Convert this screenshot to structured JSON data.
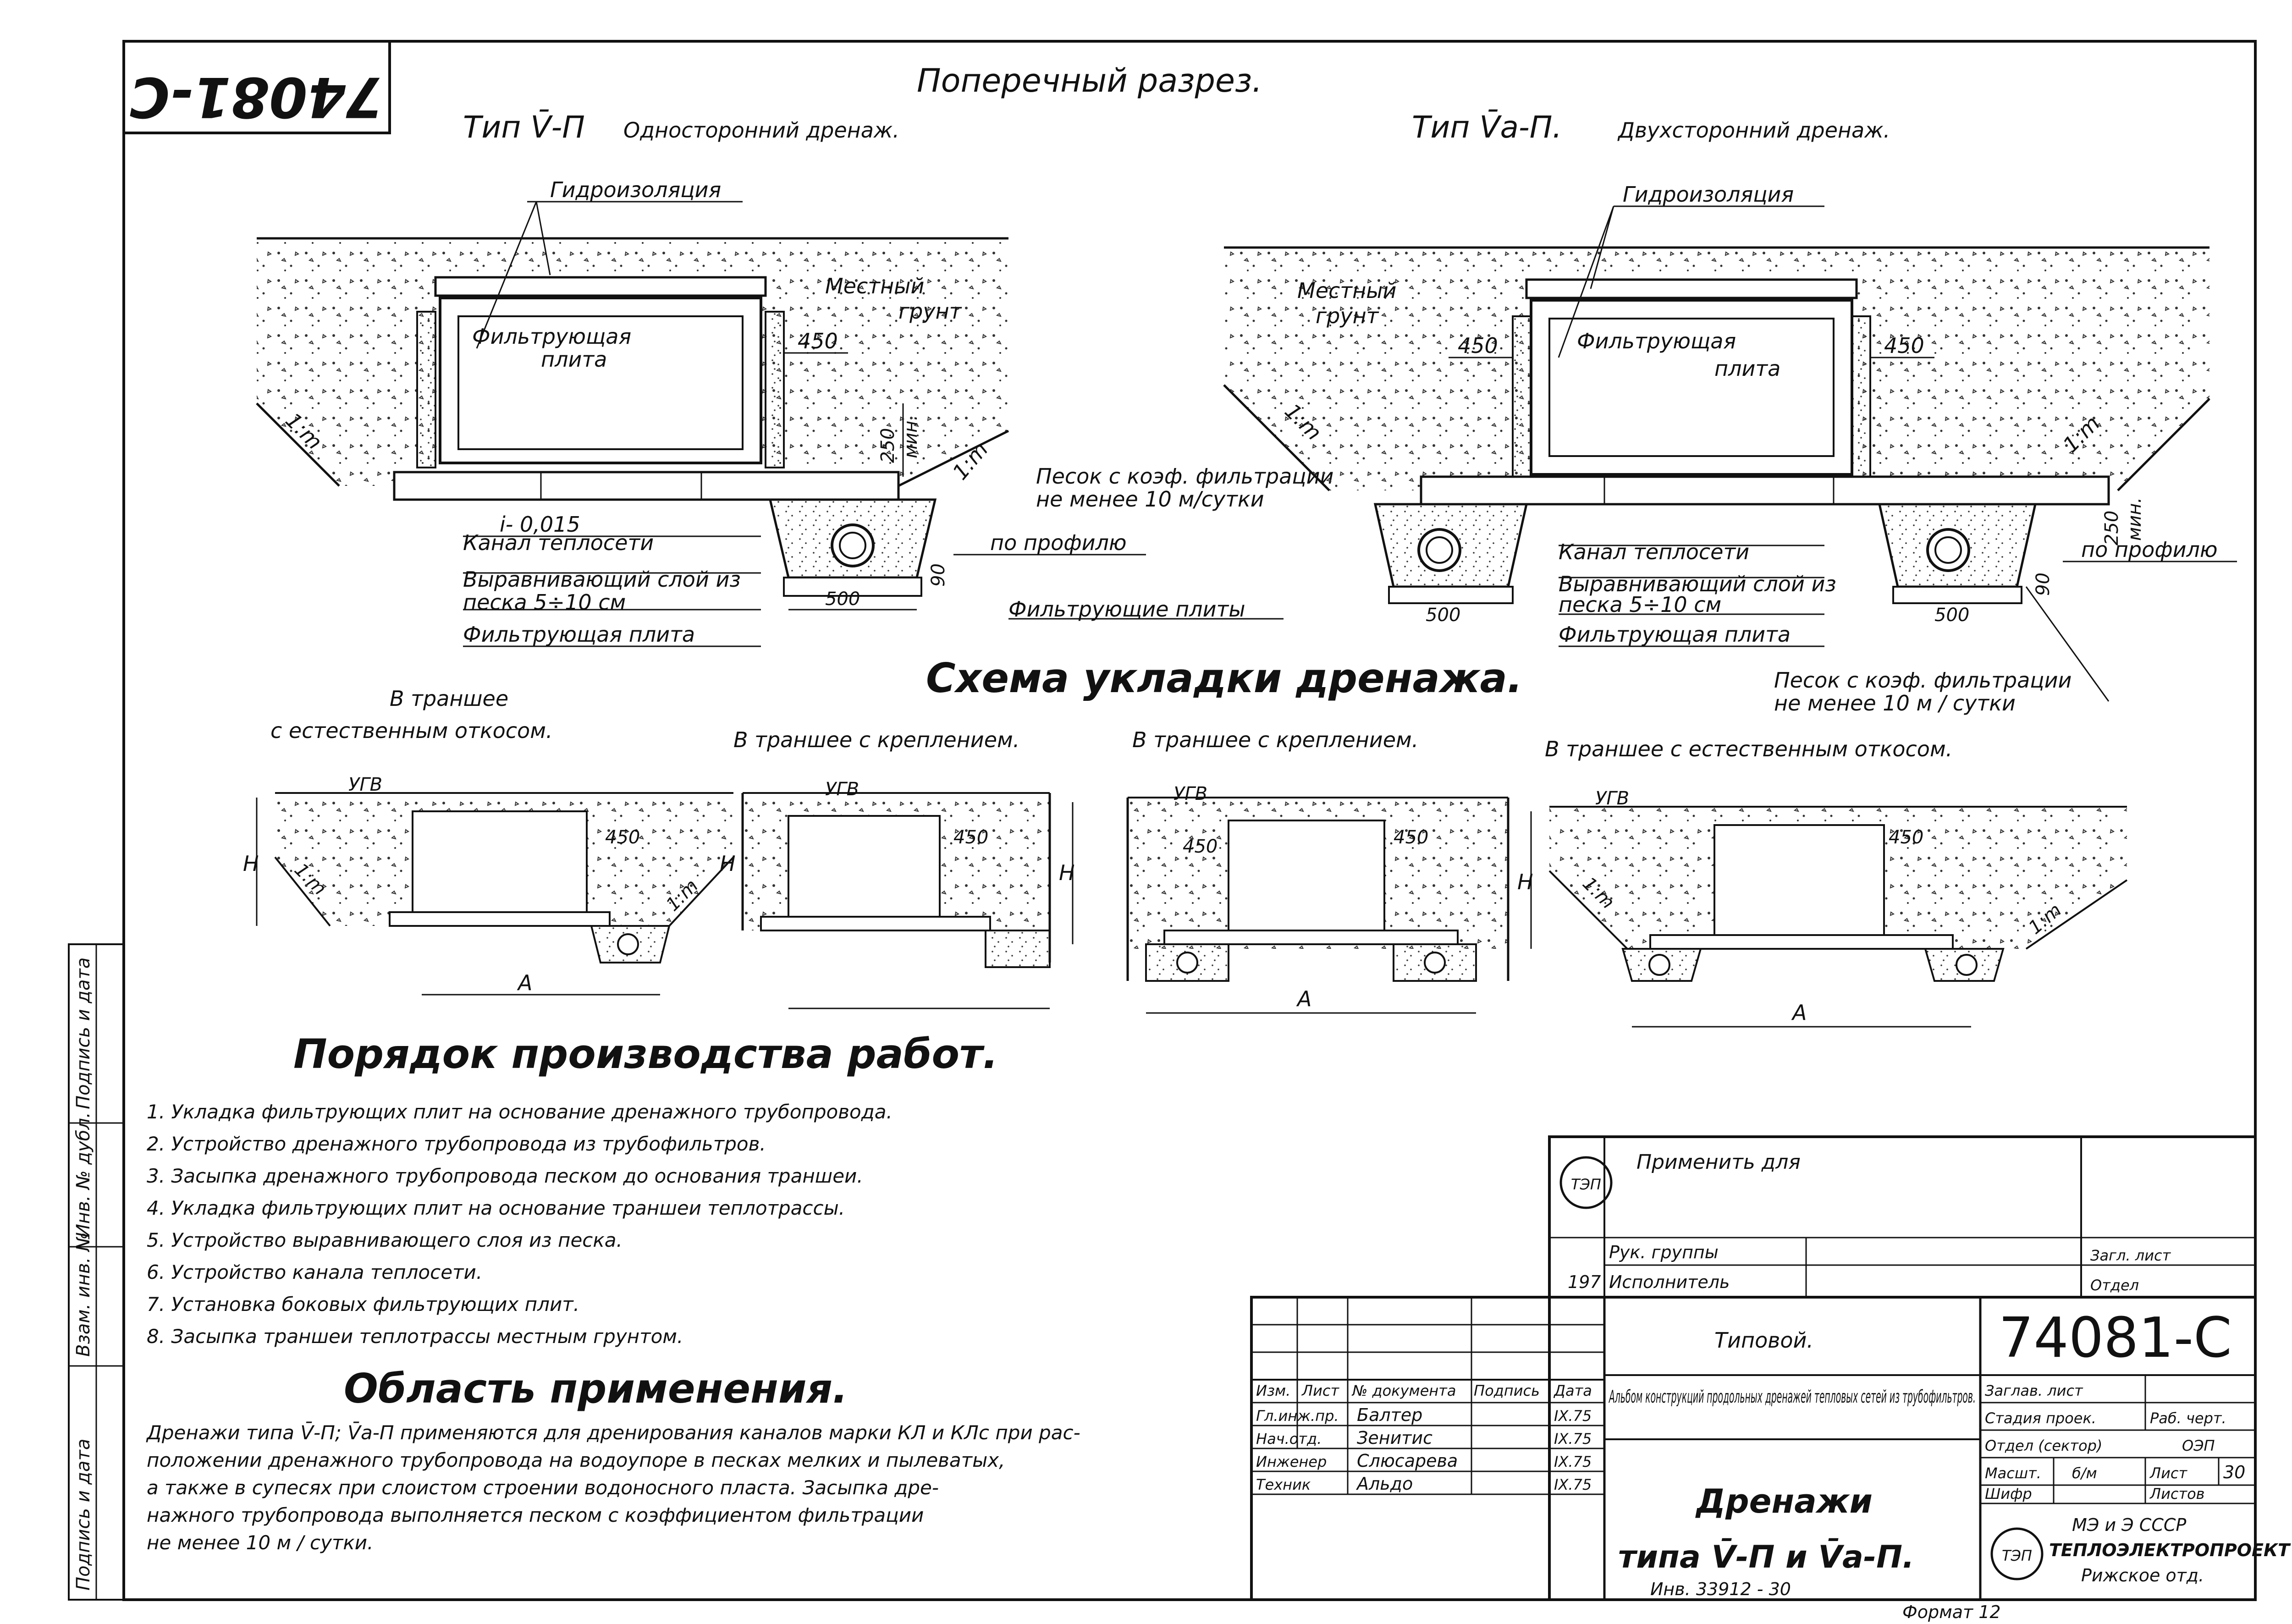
{
  "stamp_code": "74081-С",
  "section": {
    "title": "Поперечный разрез.",
    "left_type": "Тип V̄-П",
    "left_desc": "Односторонний дренаж.",
    "right_type": "Тип V̄a-П.",
    "right_desc": "Двухсторонний дренаж."
  },
  "labels": {
    "hydro": "Гидроизоляция",
    "filter_plate": "Фильтрующая",
    "filter_plate2": "плита",
    "local_soil": "Местный",
    "local_soil2": "грунт",
    "channel": "Канал теплосети",
    "leveling": "Выравнивающий слой из",
    "leveling2": "песка 5÷10 см",
    "filter_plate_bottom": "Фильтрующая плита",
    "slope": "i- 0,015",
    "sand_note": "Песок с коэф. фильтрации",
    "sand_note2": "не менее 10 м/сутки",
    "profile": "по профилю",
    "filter_plates": "Фильтрующие плиты",
    "sand_note_r": "Песок с коэф. фильтрации",
    "sand_note_r2": "не менее 10 м / сутки",
    "dim_450": "450",
    "dim_250": "250",
    "dim_250_min": "мин.",
    "dim_500": "500",
    "dim_90": "90",
    "slope_m": "1:m"
  },
  "scheme": {
    "title": "Схема укладки дренажа.",
    "cap1a": "В траншее",
    "cap1b": "с естественным откосом.",
    "cap2": "В траншее с креплением.",
    "cap3": "В траншее с креплением.",
    "cap4": "В траншее с естественным откосом.",
    "ugv": "УГВ",
    "H": "H",
    "A": "A"
  },
  "procedure": {
    "title": "Порядок производства работ.",
    "items": [
      "1. Укладка фильтрующих плит на основание дренажного трубопровода.",
      "2. Устройство дренажного трубопровода из трубофильтров.",
      "3. Засыпка дренажного трубопровода песком до основания траншеи.",
      "4. Укладка фильтрующих плит на основание траншеи теплотрассы.",
      "5. Устройство выравнивающего слоя из песка.",
      "6. Устройство канала теплосети.",
      "7. Установка боковых фильтрующих плит.",
      "8. Засыпка траншеи теплотрассы местным грунтом."
    ]
  },
  "scope": {
    "title": "Область применения.",
    "lines": [
      "Дренажи типа V̄-П; V̄a-П применяются для дренирования каналов марки КЛ и КЛс при рас-",
      "положении дренажного трубопровода на водоупоре в песках мелких и пылеватых,",
      "а также в супесях при слоистом строении водоносного пласта. Засыпка дре-",
      "нажного трубопровода выполняется песком с коэффициентом фильтрации",
      "не менее 10 м / сутки."
    ]
  },
  "side_margin": [
    "Подпись и дата",
    "Взам. инв. №",
    "Инв. № дубл.",
    "Подпись и дата"
  ],
  "title_block": {
    "apply_for": "Применить для",
    "group_head": "Рук. группы",
    "executor": "Исполнитель",
    "sheet_no": "197",
    "zag_list": "Загл. лист",
    "otdel": "Отдел",
    "typical": "Типовой.",
    "code": "74081-С",
    "album": "Альбом конструкций продольных дренажей тепловых сетей из трубофильтров.",
    "title": "Дренажи",
    "title2": "типа V̄-П и V̄a-П.",
    "inv": "Инв. 33912 - 30",
    "cols": [
      "Изм.",
      "Лист",
      "№ документа",
      "Подпись",
      "Дата"
    ],
    "people": [
      {
        "role": "Гл.инж.пр.",
        "name": "Балтер",
        "date": "IX.75"
      },
      {
        "role": "Нач.отд.",
        "name": "Зенитис",
        "date": "IX.75"
      },
      {
        "role": "Инженер",
        "name": "Слюсарева",
        "date": "IX.75"
      },
      {
        "role": "Техник",
        "name": "Альдо",
        "date": "IX.75"
      }
    ],
    "r_zag": "Заглав. лист",
    "r_stage": "Стадия проек.",
    "r_stage_v": "Раб. черт.",
    "r_dept": "Отдел (сектор)",
    "r_dept_v": "ОЭП",
    "r_scale": "Масшт.",
    "r_scale_v": "б/м",
    "r_sheet": "Лист",
    "r_sheet_v": "30",
    "r_shifr": "Шифр",
    "r_sheets": "Листов",
    "org1": "МЭ и Э СССР",
    "org2": "ТЕПЛОЭЛЕКТРОПРОЕКТ",
    "org3": "Рижское отд.",
    "logo": "ТЭП",
    "format": "Формат 12"
  }
}
